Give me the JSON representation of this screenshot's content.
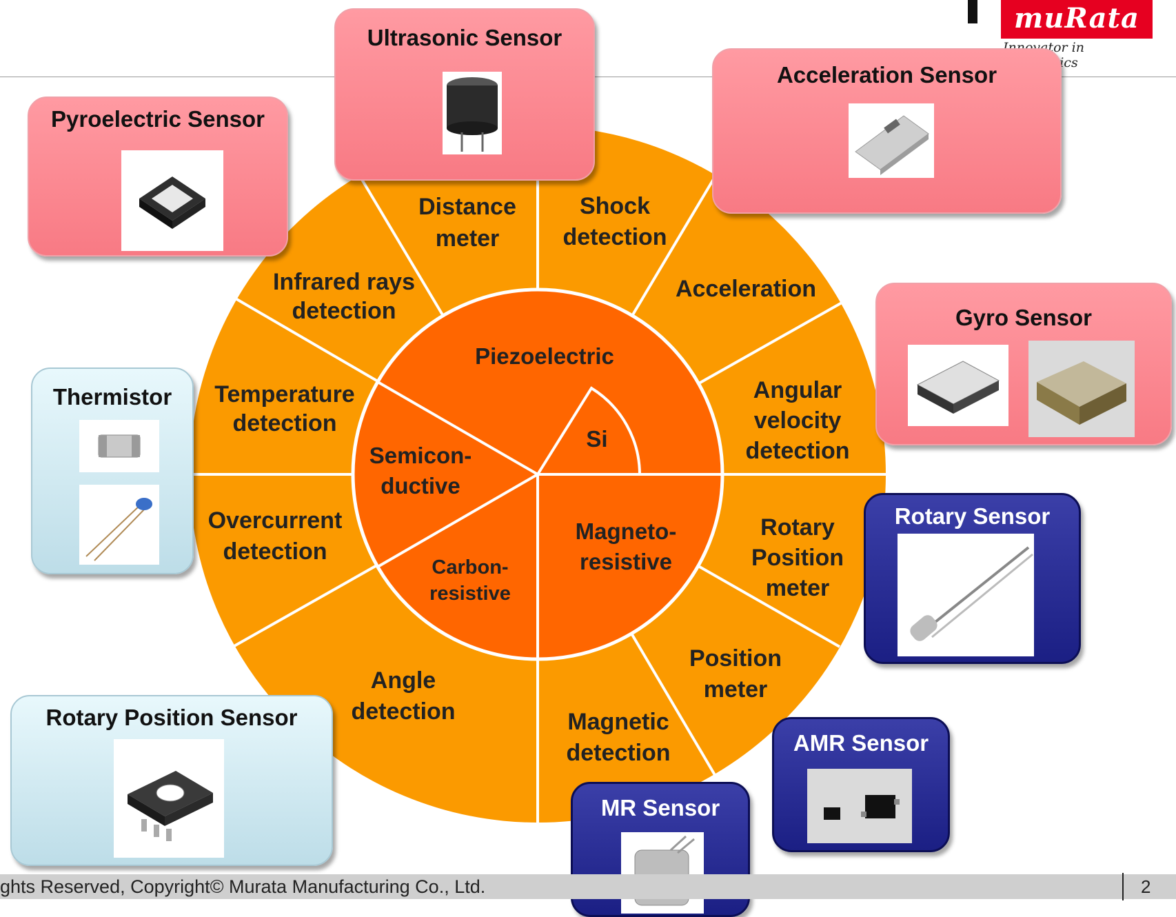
{
  "header": {
    "logo_text": "muRata",
    "logo_tagline": "Innovator in Electronics",
    "logo_color": "#e60020"
  },
  "footer": {
    "copyright": "ghts Reserved, Copyright© Murata Manufacturing Co., Ltd.",
    "page_number": "2"
  },
  "wheel": {
    "outer_color": "#fb9a00",
    "inner_color": "#ff6600",
    "core": {
      "piezoelectric": "Piezoelectric",
      "si": "Si",
      "semiconductive": [
        "Semicon-",
        "ductive"
      ],
      "carbon_resistive": [
        "Carbon-",
        "resistive"
      ],
      "magneto_resistive": [
        "Magneto-",
        "resistive"
      ]
    },
    "segments": {
      "distance": [
        "Distance",
        "meter"
      ],
      "shock": [
        "Shock",
        "detection"
      ],
      "acceleration": [
        "Acceleration"
      ],
      "angular": [
        "Angular",
        "velocity",
        "detection"
      ],
      "rotary_pos": [
        "Rotary",
        "Position",
        "meter"
      ],
      "position": [
        "Position",
        "meter"
      ],
      "magnetic": [
        "Magnetic",
        "detection"
      ],
      "angle": [
        "Angle",
        "detection"
      ],
      "overcurrent": [
        "Overcurrent",
        "detection"
      ],
      "temperature": [
        "Temperature",
        "detection"
      ],
      "infrared": [
        "Infrared rays",
        "detection"
      ]
    }
  },
  "sensors": {
    "ultrasonic": "Ultrasonic Sensor",
    "acceleration": "Acceleration Sensor",
    "pyroelectric": "Pyroelectric Sensor",
    "gyro": "Gyro Sensor",
    "thermistor": "Thermistor",
    "rotary": "Rotary Sensor",
    "rotary_position": "Rotary Position Sensor",
    "amr": "AMR Sensor",
    "mr": "MR Sensor"
  }
}
